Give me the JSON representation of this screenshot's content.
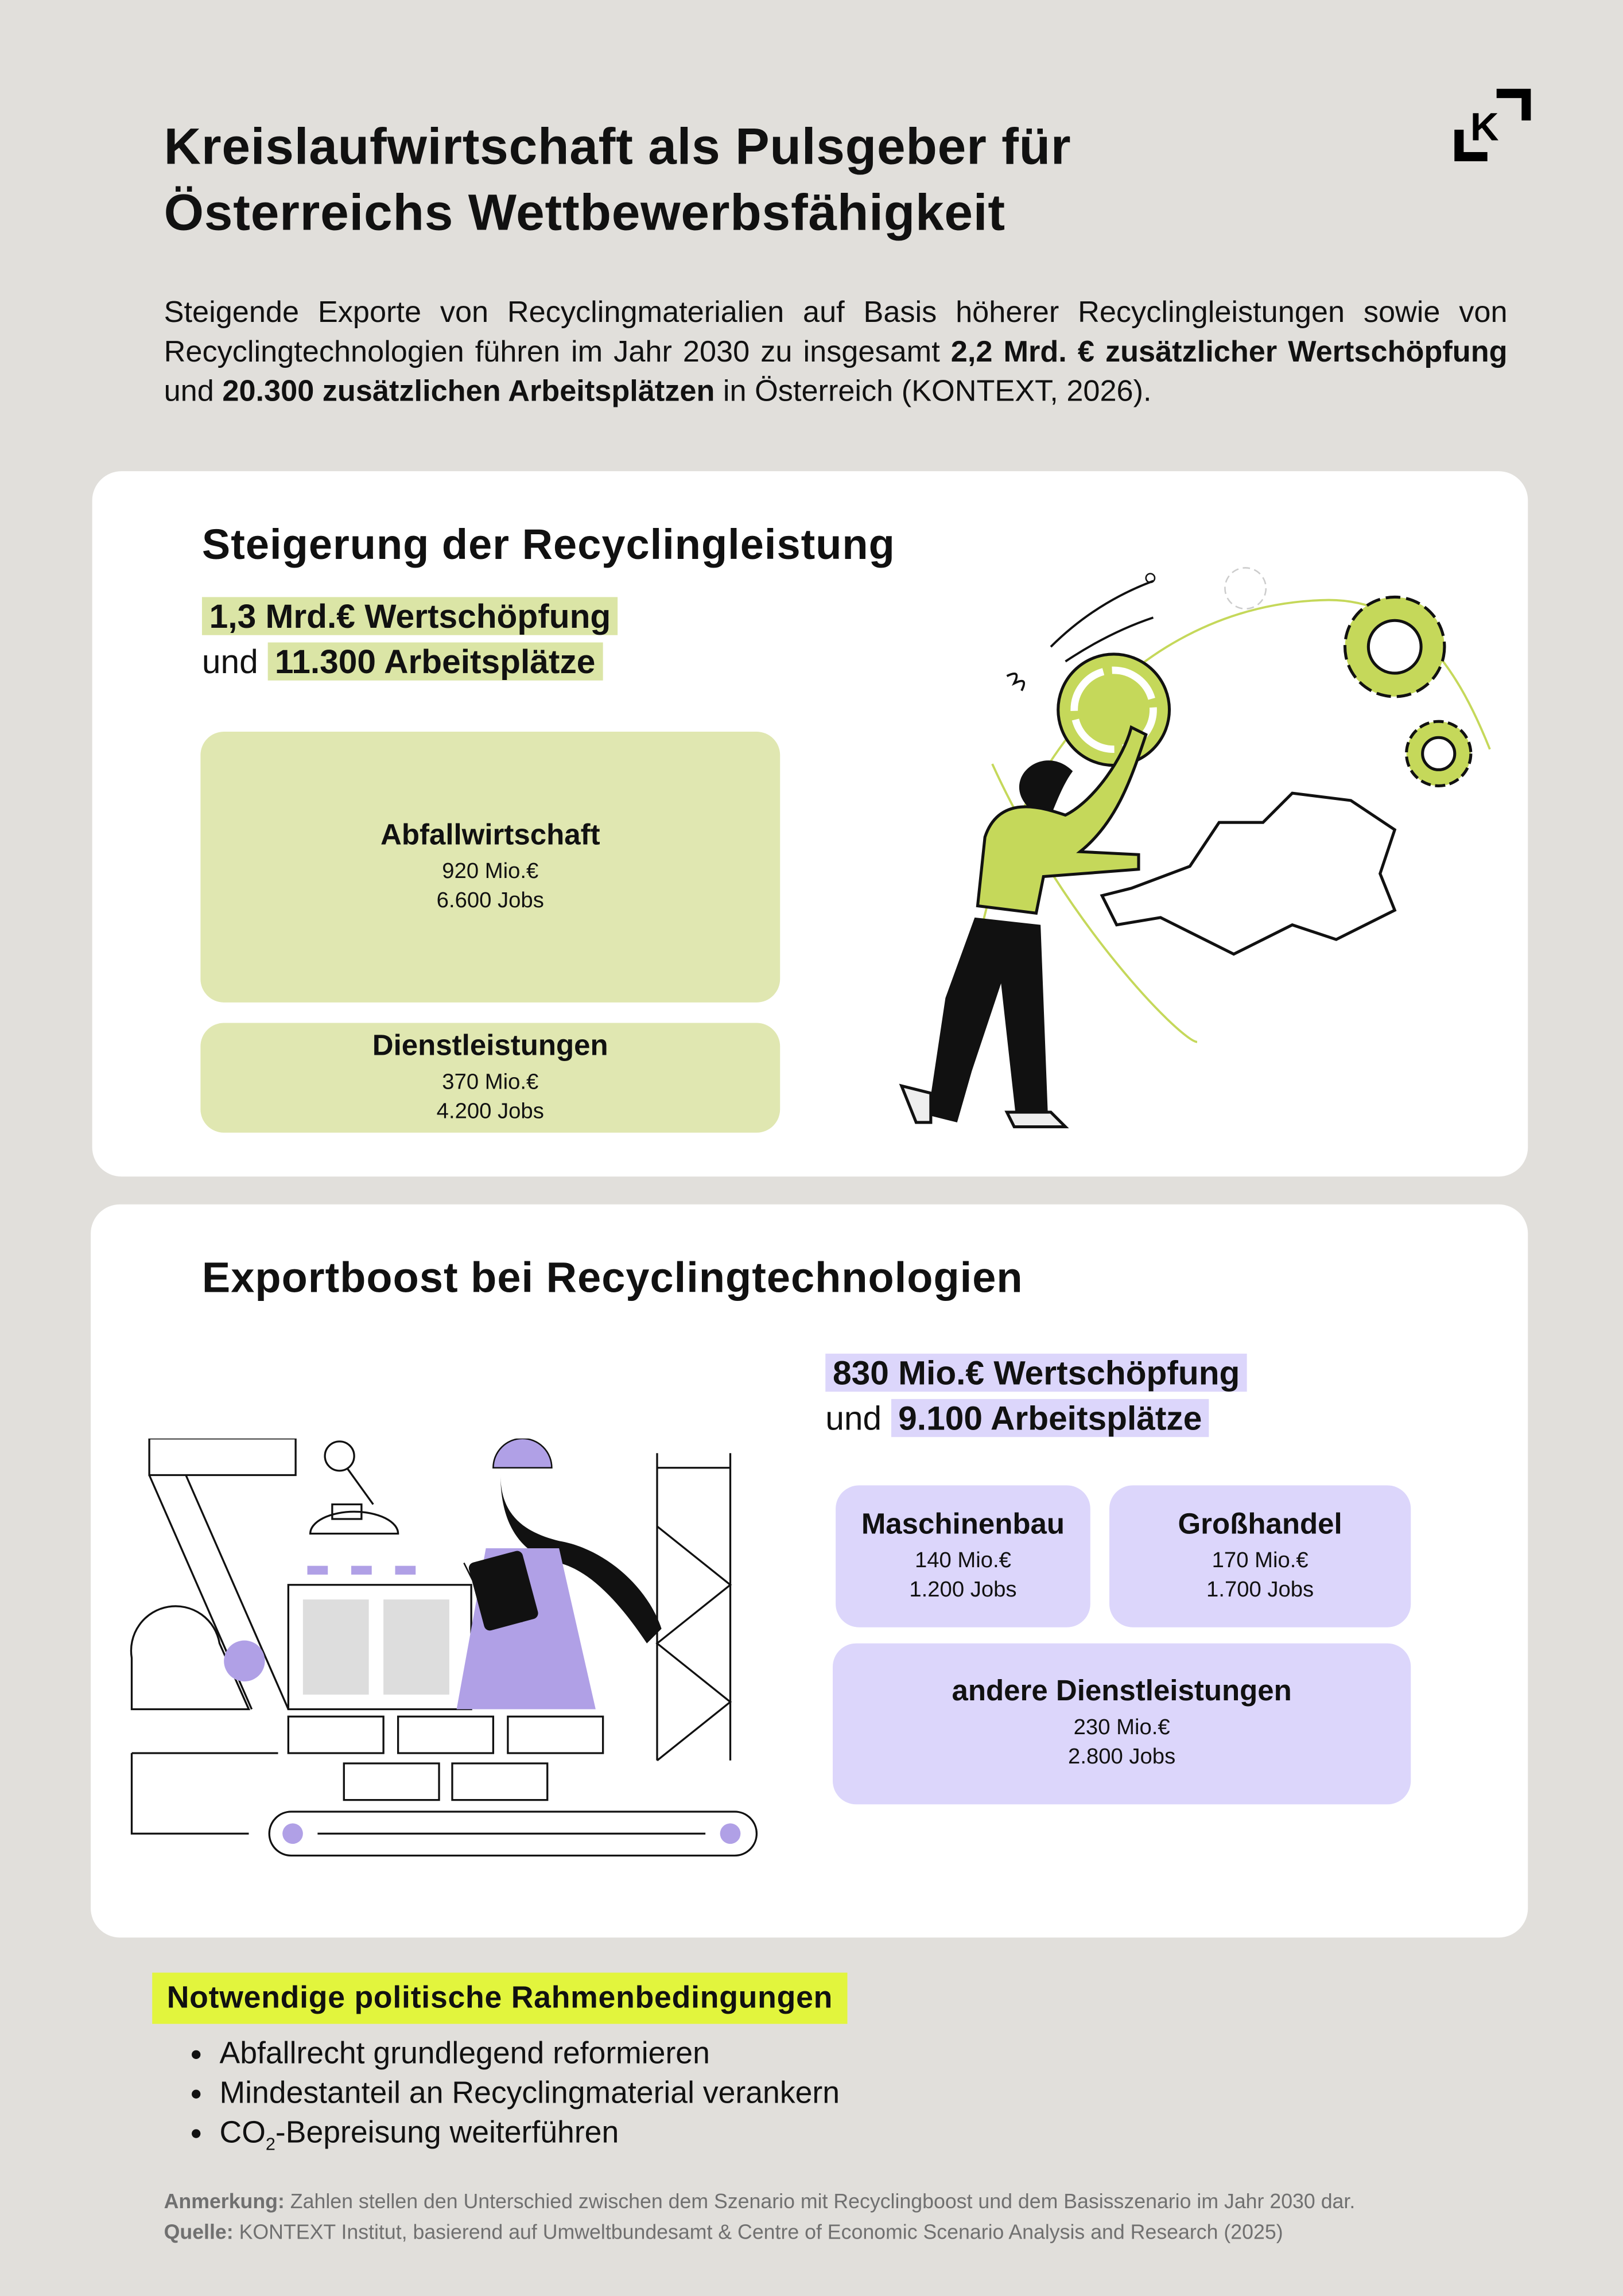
{
  "header": {
    "title_line1": "Kreislaufwirtschaft als Pulsgeber für",
    "title_line2": "Österreichs Wettbewerbsfähigkeit",
    "logo_letter": "K"
  },
  "intro": {
    "p1": "Steigende Exporte von Recyclingmaterialien auf Basis höherer Recyclingleistungen sowie von Recyclingtechnologien führen im Jahr 2030 zu insgesamt ",
    "b1": "2,2 Mrd. € zusätzlicher Wert­schöpfung",
    "p2": " und ",
    "b2": "20.300 zusätzlichen Arbeitsplätzen",
    "p3": " in Österreich (KONTEXT, 2026)."
  },
  "recycling": {
    "title": "Steigerung der Recyclingleistung",
    "value": "1,3 Mrd.€ Wertschöpfung",
    "und": "und",
    "jobs": "11.300 Arbeitsplätze",
    "boxes": [
      {
        "title": "Abfallwirtschaft",
        "value": "920 Mio.€",
        "jobs": "6.600 Jobs"
      },
      {
        "title": "Dienstleistungen",
        "value": "370 Mio.€",
        "jobs": "4.200 Jobs"
      }
    ]
  },
  "export": {
    "title": "Exportboost bei Recyclingtechnologien",
    "value": "830 Mio.€ Wertschöpfung",
    "und": "und",
    "jobs": "9.100 Arbeitsplätze",
    "boxes": [
      {
        "title": "Maschinenbau",
        "value": "140 Mio.€",
        "jobs": "1.200 Jobs"
      },
      {
        "title": "Großhandel",
        "value": "170 Mio.€",
        "jobs": "1.700 Jobs"
      },
      {
        "title": "andere Dienstleistungen",
        "value": "230 Mio.€",
        "jobs": "2.800 Jobs"
      }
    ]
  },
  "policy": {
    "title": "Notwendige politische Rahmenbedingungen",
    "items": [
      "Abfallrecht grundlegend reformieren",
      "Mindestanteil an Recyclingmaterial verankern"
    ],
    "co2_pre": "CO",
    "co2_sub": "2",
    "co2_post": "-Bepreisung weiterführen"
  },
  "notes": {
    "remark_label": "Anmerkung:",
    "remark": " Zahlen stellen den Unterschied zwischen dem Szenario mit Recyclingboost und dem Basisszenario im Jahr 2030 dar.",
    "source_label": "Quelle:",
    "source": " KONTEXT Institut, basierend auf Umweltbundesamt & Centre of Economic Scenario Analysis and Research (2025)"
  },
  "colors": {
    "background": "#e1dfdb",
    "green": "#e0e7b1",
    "green_accent": "#c5d85a",
    "purple": "#dcd6fb",
    "purple_accent": "#b0a0e6",
    "yellow": "#e2f53d"
  }
}
